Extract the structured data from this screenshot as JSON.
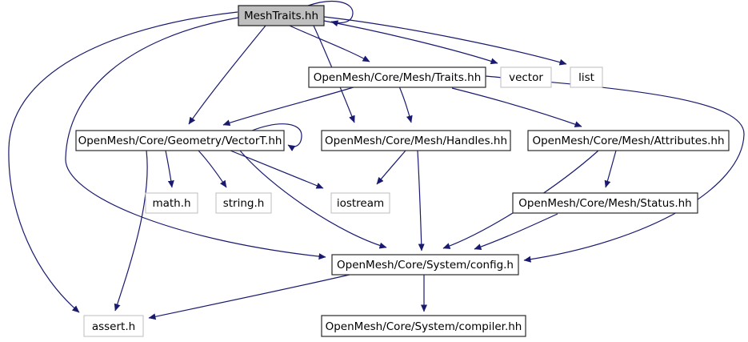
{
  "diagram": {
    "kind": "include-dependency-graph",
    "root": "MeshTraits.hh"
  },
  "colors": {
    "edge": "#191970",
    "root_node_fill": "#bfbfbf",
    "node_fill": "#ffffff",
    "documented_border": "#2a2a2a",
    "external_border": "#bdbdbd",
    "text": "#000000",
    "background": "#ffffff"
  },
  "nodes": {
    "meshtraits": {
      "label": "MeshTraits.hh"
    },
    "traits": {
      "label": "OpenMesh/Core/Mesh/Traits.hh"
    },
    "vector": {
      "label": "vector"
    },
    "list": {
      "label": "list"
    },
    "vectort": {
      "label": "OpenMesh/Core/Geometry/VectorT.hh"
    },
    "handles": {
      "label": "OpenMesh/Core/Mesh/Handles.hh"
    },
    "attributes": {
      "label": "OpenMesh/Core/Mesh/Attributes.hh"
    },
    "math": {
      "label": "math.h"
    },
    "string": {
      "label": "string.h"
    },
    "iostream": {
      "label": "iostream"
    },
    "status": {
      "label": "OpenMesh/Core/Mesh/Status.hh"
    },
    "config": {
      "label": "OpenMesh/Core/System/config.h"
    },
    "assert": {
      "label": "assert.h"
    },
    "compiler": {
      "label": "OpenMesh/Core/System/compiler.hh"
    }
  },
  "edges": [
    {
      "from": "MeshTraits.hh",
      "to": "MeshTraits.hh"
    },
    {
      "from": "MeshTraits.hh",
      "to": "OpenMesh/Core/Mesh/Traits.hh"
    },
    {
      "from": "MeshTraits.hh",
      "to": "vector"
    },
    {
      "from": "MeshTraits.hh",
      "to": "list"
    },
    {
      "from": "MeshTraits.hh",
      "to": "OpenMesh/Core/Geometry/VectorT.hh"
    },
    {
      "from": "MeshTraits.hh",
      "to": "OpenMesh/Core/Mesh/Handles.hh"
    },
    {
      "from": "MeshTraits.hh",
      "to": "OpenMesh/Core/System/config.h"
    },
    {
      "from": "MeshTraits.hh",
      "to": "assert.h"
    },
    {
      "from": "OpenMesh/Core/Mesh/Traits.hh",
      "to": "OpenMesh/Core/Geometry/VectorT.hh"
    },
    {
      "from": "OpenMesh/Core/Mesh/Traits.hh",
      "to": "OpenMesh/Core/Mesh/Handles.hh"
    },
    {
      "from": "OpenMesh/Core/Mesh/Traits.hh",
      "to": "OpenMesh/Core/Mesh/Attributes.hh"
    },
    {
      "from": "OpenMesh/Core/Mesh/Traits.hh",
      "to": "OpenMesh/Core/System/config.h"
    },
    {
      "from": "OpenMesh/Core/Geometry/VectorT.hh",
      "to": "OpenMesh/Core/Geometry/VectorT.hh"
    },
    {
      "from": "OpenMesh/Core/Geometry/VectorT.hh",
      "to": "math.h"
    },
    {
      "from": "OpenMesh/Core/Geometry/VectorT.hh",
      "to": "string.h"
    },
    {
      "from": "OpenMesh/Core/Geometry/VectorT.hh",
      "to": "iostream"
    },
    {
      "from": "OpenMesh/Core/Geometry/VectorT.hh",
      "to": "OpenMesh/Core/System/config.h"
    },
    {
      "from": "OpenMesh/Core/Geometry/VectorT.hh",
      "to": "assert.h"
    },
    {
      "from": "OpenMesh/Core/Mesh/Handles.hh",
      "to": "iostream"
    },
    {
      "from": "OpenMesh/Core/Mesh/Handles.hh",
      "to": "OpenMesh/Core/System/config.h"
    },
    {
      "from": "OpenMesh/Core/Mesh/Attributes.hh",
      "to": "OpenMesh/Core/Mesh/Status.hh"
    },
    {
      "from": "OpenMesh/Core/Mesh/Attributes.hh",
      "to": "OpenMesh/Core/System/config.h"
    },
    {
      "from": "OpenMesh/Core/Mesh/Status.hh",
      "to": "OpenMesh/Core/System/config.h"
    },
    {
      "from": "OpenMesh/Core/System/config.h",
      "to": "OpenMesh/Core/System/compiler.hh"
    },
    {
      "from": "OpenMesh/Core/System/config.h",
      "to": "assert.h"
    }
  ]
}
